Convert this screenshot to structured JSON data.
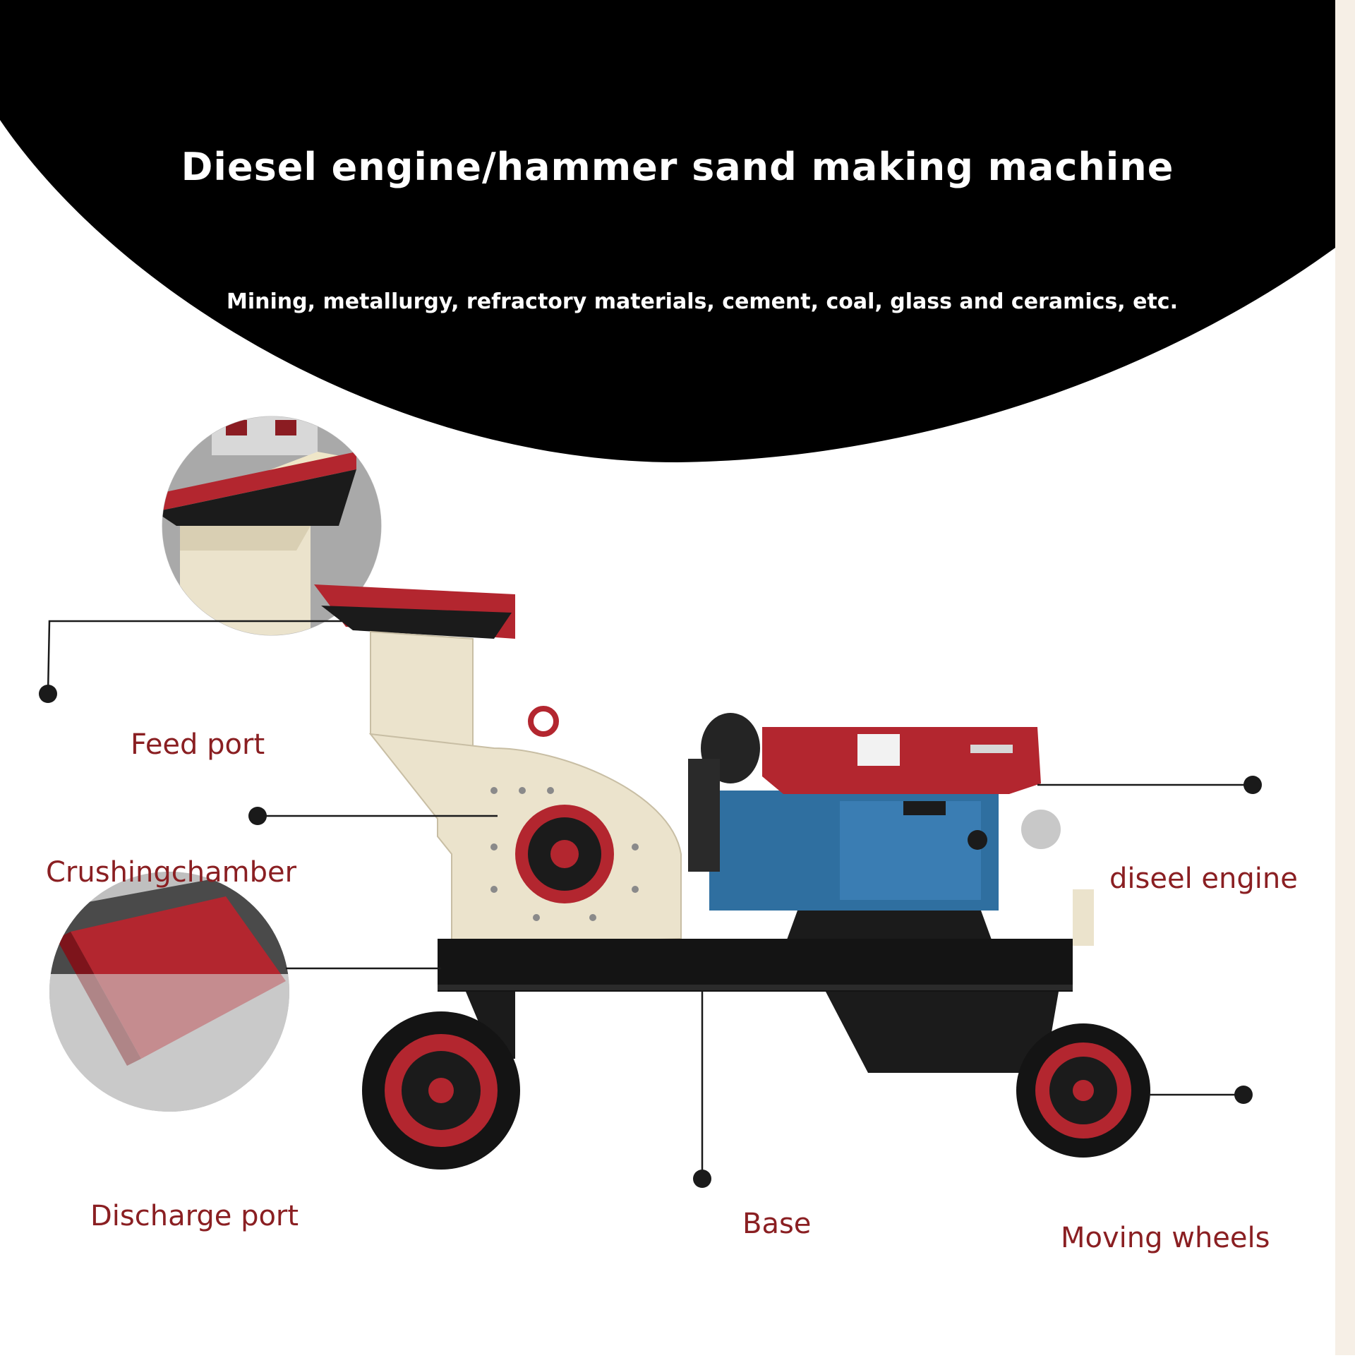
{
  "header": {
    "title": "Diesel engine/hammer sand making machine",
    "subtitle": "Mining, metallurgy, refractory materials, cement, coal, glass and ceramics, etc."
  },
  "labels": {
    "feed_port": "Feed port",
    "crushing_chamber": "Crushingchamber",
    "discharge_port": "Discharge port",
    "base": "Base",
    "diesel_engine": "diseel engine",
    "moving_wheels": "Moving wheels"
  },
  "colors": {
    "header_black": "#000000",
    "label_red": "#8a1f22",
    "machine_red": "#b3262f",
    "engine_blue": "#2f6fa0",
    "body_cream": "#e9e1cc",
    "frame_black": "#141414"
  }
}
